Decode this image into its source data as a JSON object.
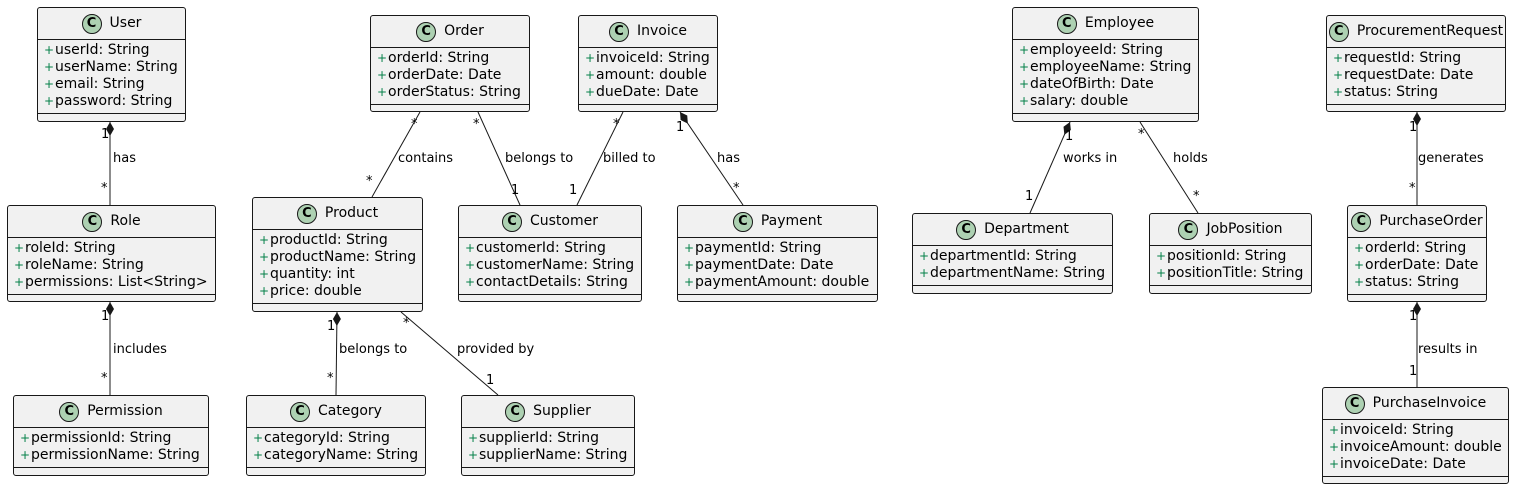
{
  "diagram": {
    "classes": [
      {
        "id": "user",
        "name": "User",
        "attributes": [
          "userId: String",
          "userName: String",
          "email: String",
          "password: String"
        ]
      },
      {
        "id": "role",
        "name": "Role",
        "attributes": [
          "roleId: String",
          "roleName: String",
          "permissions: List<String>"
        ]
      },
      {
        "id": "permission",
        "name": "Permission",
        "attributes": [
          "permissionId: String",
          "permissionName: String"
        ]
      },
      {
        "id": "order",
        "name": "Order",
        "attributes": [
          "orderId: String",
          "orderDate: Date",
          "orderStatus: String"
        ]
      },
      {
        "id": "product",
        "name": "Product",
        "attributes": [
          "productId: String",
          "productName: String",
          "quantity: int",
          "price: double"
        ]
      },
      {
        "id": "category",
        "name": "Category",
        "attributes": [
          "categoryId: String",
          "categoryName: String"
        ]
      },
      {
        "id": "supplier",
        "name": "Supplier",
        "attributes": [
          "supplierId: String",
          "supplierName: String"
        ]
      },
      {
        "id": "invoice",
        "name": "Invoice",
        "attributes": [
          "invoiceId: String",
          "amount: double",
          "dueDate: Date"
        ]
      },
      {
        "id": "customer",
        "name": "Customer",
        "attributes": [
          "customerId: String",
          "customerName: String",
          "contactDetails: String"
        ]
      },
      {
        "id": "payment",
        "name": "Payment",
        "attributes": [
          "paymentId: String",
          "paymentDate: Date",
          "paymentAmount: double"
        ]
      },
      {
        "id": "employee",
        "name": "Employee",
        "attributes": [
          "employeeId: String",
          "employeeName: String",
          "dateOfBirth: Date",
          "salary: double"
        ]
      },
      {
        "id": "department",
        "name": "Department",
        "attributes": [
          "departmentId: String",
          "departmentName: String"
        ]
      },
      {
        "id": "jobposition",
        "name": "JobPosition",
        "attributes": [
          "positionId: String",
          "positionTitle: String"
        ]
      },
      {
        "id": "procurementrequest",
        "name": "ProcurementRequest",
        "attributes": [
          "requestId: String",
          "requestDate: Date",
          "status: String"
        ]
      },
      {
        "id": "purchaseorder",
        "name": "PurchaseOrder",
        "attributes": [
          "orderId: String",
          "orderDate: Date",
          "status: String"
        ]
      },
      {
        "id": "purchaseinvoice",
        "name": "PurchaseInvoice",
        "attributes": [
          "invoiceId: String",
          "invoiceAmount: double",
          "invoiceDate: Date"
        ]
      }
    ],
    "relations": [
      {
        "id": "user-role",
        "from": "user",
        "to": "role",
        "label": "has",
        "from_mult": "1",
        "to_mult": "*",
        "composition": true
      },
      {
        "id": "role-permission",
        "from": "role",
        "to": "permission",
        "label": "includes",
        "from_mult": "1",
        "to_mult": "*",
        "composition": true
      },
      {
        "id": "order-product",
        "from": "order",
        "to": "product",
        "label": "contains",
        "from_mult": "*",
        "to_mult": "*",
        "composition": false
      },
      {
        "id": "order-customer",
        "from": "order",
        "to": "customer",
        "label": "belongs to",
        "from_mult": "*",
        "to_mult": "1",
        "composition": false
      },
      {
        "id": "product-category",
        "from": "product",
        "to": "category",
        "label": "belongs to",
        "from_mult": "1",
        "to_mult": "*",
        "composition": true
      },
      {
        "id": "product-supplier",
        "from": "product",
        "to": "supplier",
        "label": "provided by",
        "from_mult": "*",
        "to_mult": "1",
        "composition": false
      },
      {
        "id": "invoice-customer",
        "from": "invoice",
        "to": "customer",
        "label": "billed to",
        "from_mult": "*",
        "to_mult": "1",
        "composition": false
      },
      {
        "id": "invoice-payment",
        "from": "invoice",
        "to": "payment",
        "label": "has",
        "from_mult": "1",
        "to_mult": "*",
        "composition": true
      },
      {
        "id": "employee-department",
        "from": "employee",
        "to": "department",
        "label": "works in",
        "from_mult": "1",
        "to_mult": "1",
        "composition": true
      },
      {
        "id": "employee-jobposition",
        "from": "employee",
        "to": "jobposition",
        "label": "holds",
        "from_mult": "*",
        "to_mult": "*",
        "composition": false
      },
      {
        "id": "procurementrequest-purchaseorder",
        "from": "procurementrequest",
        "to": "purchaseorder",
        "label": "generates",
        "from_mult": "1",
        "to_mult": "*",
        "composition": true
      },
      {
        "id": "purchaseorder-purchaseinvoice",
        "from": "purchaseorder",
        "to": "purchaseinvoice",
        "label": "results in",
        "from_mult": "1",
        "to_mult": "1",
        "composition": true
      }
    ],
    "class_badge": "C",
    "visibility_marker": "+",
    "colors": {
      "badge": "#ADD1B2",
      "box_fill": "#F1F1F1",
      "border": "#181818",
      "visibility": "#038048"
    }
  }
}
